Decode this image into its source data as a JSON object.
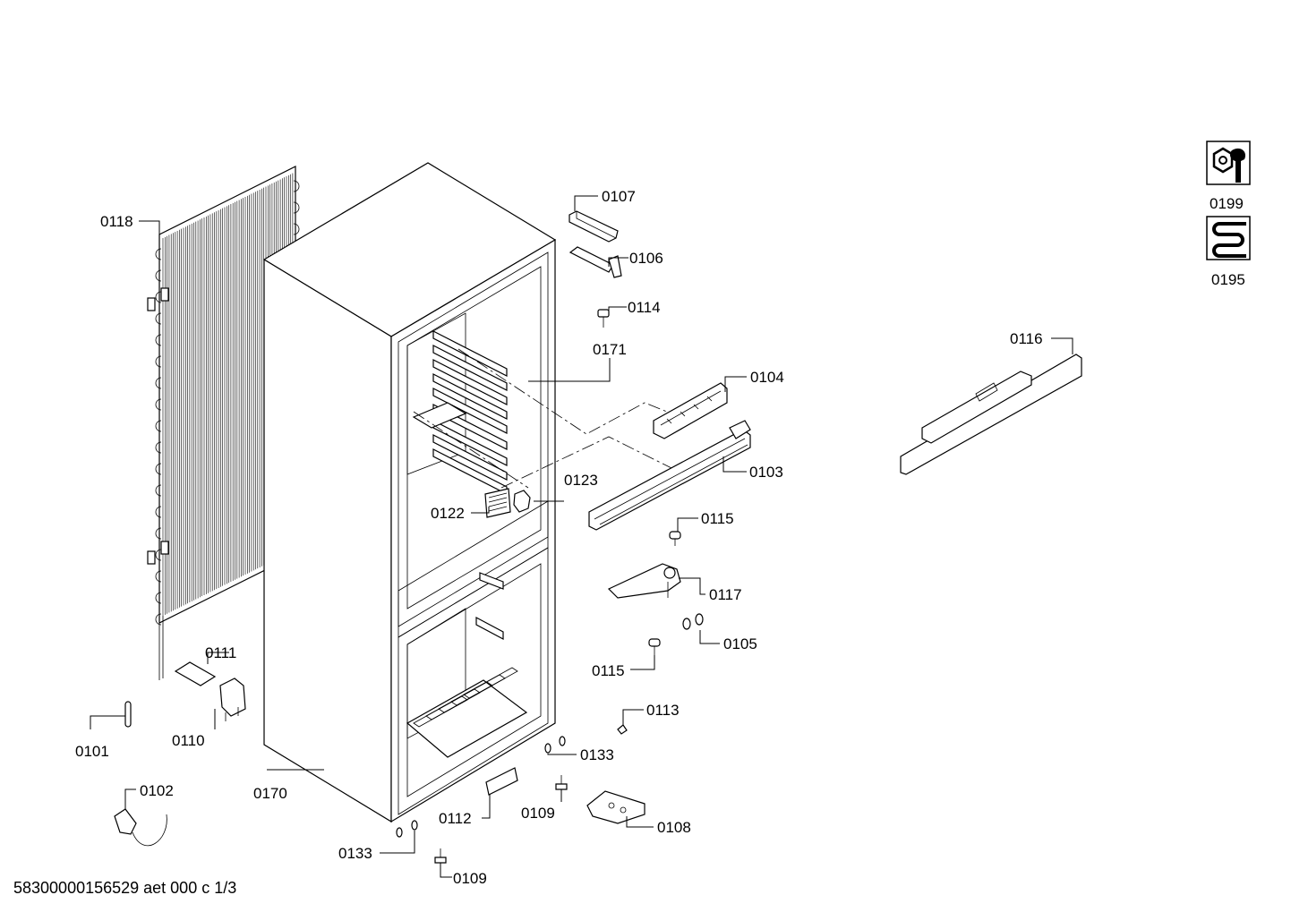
{
  "labels": {
    "p0107": "0107",
    "p0106": "0106",
    "p0118": "0118",
    "p0114": "0114",
    "p0171": "0171",
    "p0104": "0104",
    "p0103": "0103",
    "p0123": "0123",
    "p0122": "0122",
    "p0115a": "0115",
    "p0117": "0117",
    "p0105": "0105",
    "p0115b": "0115",
    "p0111": "0111",
    "p0110": "0110",
    "p0101": "0101",
    "p0113": "0113",
    "p0133a": "0133",
    "p0102": "0102",
    "p0170": "0170",
    "p0112": "0112",
    "p0109a": "0109",
    "p0108": "0108",
    "p0133b": "0133",
    "p0109b": "0109",
    "p0116": "0116",
    "p0199": "0199",
    "p0195": "0195"
  },
  "legend_icons": {
    "service": "wrench-nut-icon",
    "cooling": "coil-icon"
  },
  "footer": "58300000156529 aet 000 c 1/3"
}
